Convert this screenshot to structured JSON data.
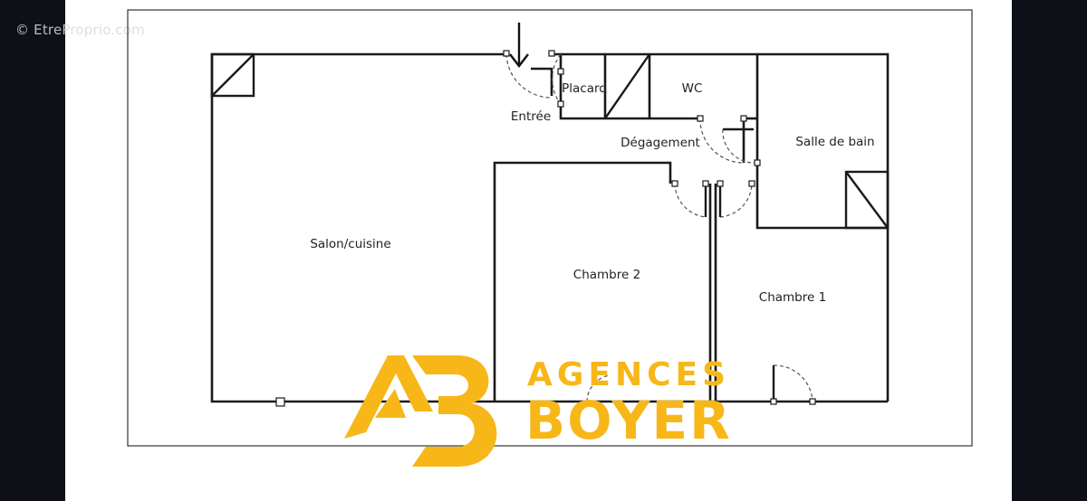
{
  "watermark": "© EtreProprio.com",
  "rooms": {
    "salon": "Salon/cuisine",
    "chambre2": "Chambre 2",
    "chambre1": "Chambre 1",
    "salle_de_bain": "Salle de bain",
    "wc": "WC",
    "placard": "Placard",
    "entree": "Entrée",
    "degagement": "Dégagement"
  },
  "logo": {
    "line1": "AGENCES",
    "line2": "BOYER",
    "color": "#f7b718"
  },
  "colors": {
    "background": "#0d1117",
    "paper": "#ffffff",
    "walls": "#1a1a1a"
  }
}
